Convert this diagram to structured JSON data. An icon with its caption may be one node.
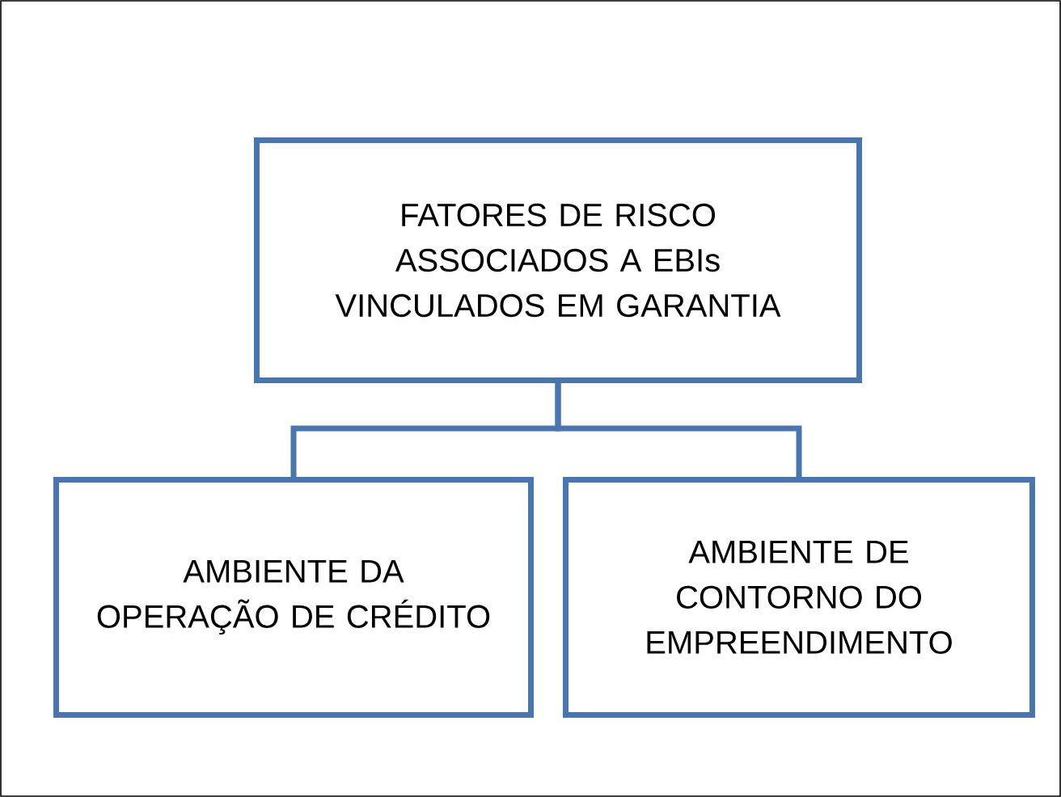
{
  "diagram": {
    "nodes": [
      {
        "text": [
          "FATORES DE RISCO ASSOCIADOS A EBIs VINCULADOS EM GARANTIA"
        ]
      },
      {
        "text": [
          "AMBIENTE DA OPERAÇÃO DE CRÉDITO"
        ]
      },
      {
        "text": [
          "AMBIENTE DE CONTORNO DO EMPREENDIMENTO"
        ]
      }
    ],
    "edges": [
      {
        "from": 0,
        "to": 1,
        "arrow": "none"
      },
      {
        "from": 0,
        "to": 2,
        "arrow": "none"
      }
    ]
  }
}
